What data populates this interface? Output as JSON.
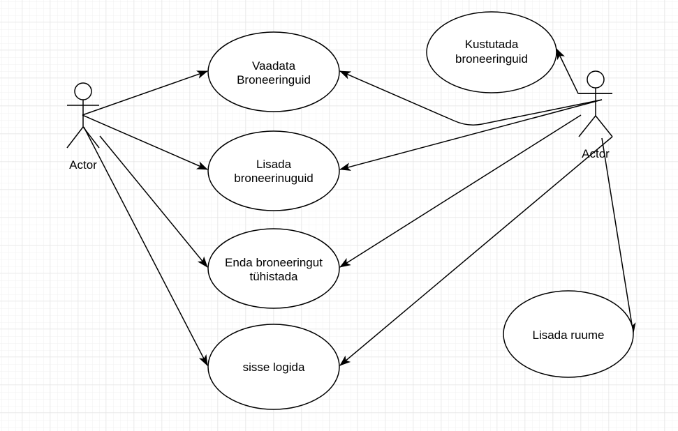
{
  "colors": {
    "grid_minor": "#f0f0f0",
    "grid_major": "#e2e2e2",
    "stroke": "#000000",
    "fill": "#ffffff"
  },
  "actors": {
    "left": {
      "label": "Actor"
    },
    "right": {
      "label": "Actor"
    }
  },
  "use_cases": {
    "view_bookings": {
      "line1": "Vaadata",
      "line2": "Broneeringuid"
    },
    "add_bookings": {
      "line1": "Lisada",
      "line2": "broneerinuguid"
    },
    "cancel_own_booking": {
      "line1": "Enda broneeringut",
      "line2": "tühistada"
    },
    "log_in": {
      "line1": "sisse logida"
    },
    "delete_bookings": {
      "line1": "Kustutada",
      "line2": "broneeringuid"
    },
    "add_rooms": {
      "line1": "Lisada ruume"
    }
  }
}
